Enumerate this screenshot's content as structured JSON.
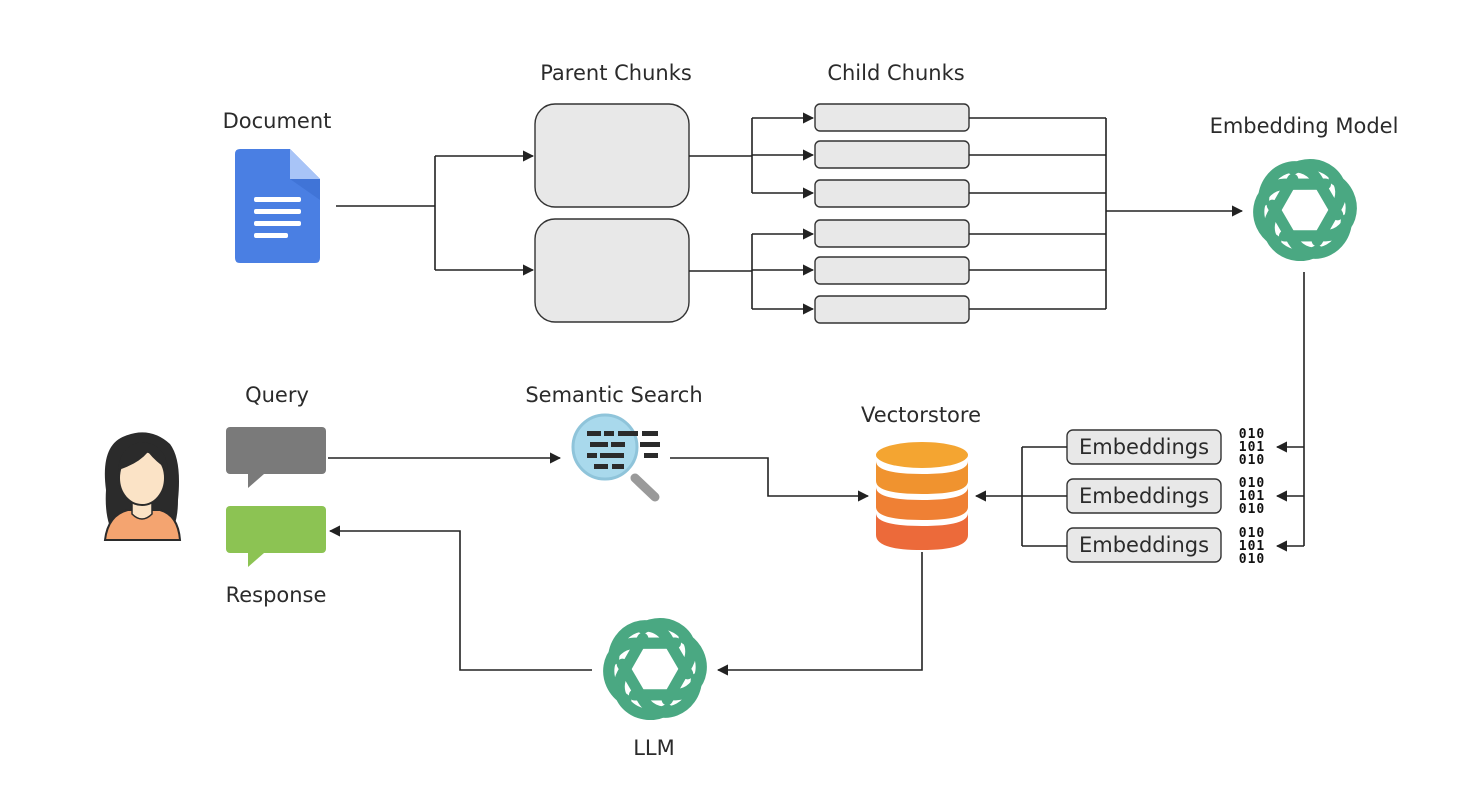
{
  "labels": {
    "document": "Document",
    "parent_chunks": "Parent Chunks",
    "child_chunks": "Child Chunks",
    "embedding_model": "Embedding Model",
    "query": "Query",
    "semantic_search": "Semantic Search",
    "vectorstore": "Vectorstore",
    "response": "Response",
    "llm": "LLM"
  },
  "embeddings": [
    "Embeddings",
    "Embeddings",
    "Embeddings"
  ],
  "binary": [
    [
      "010",
      "101",
      "010"
    ],
    [
      "010",
      "101",
      "010"
    ],
    [
      "010",
      "101",
      "010"
    ]
  ],
  "colors": {
    "doc_blue": "#4a7fe3",
    "chunk_fill": "#e8e8e8",
    "openai_green": "#4aa882",
    "query_bubble": "#7a7a7a",
    "response_bubble": "#8cc353",
    "db_top": "#f0a030",
    "db_bottom": "#ec6a3a",
    "person_hair": "#2b2b2b",
    "person_skin": "#fbe3c6",
    "person_shirt": "#f4a470",
    "search_lens": "#a9d9ec"
  }
}
